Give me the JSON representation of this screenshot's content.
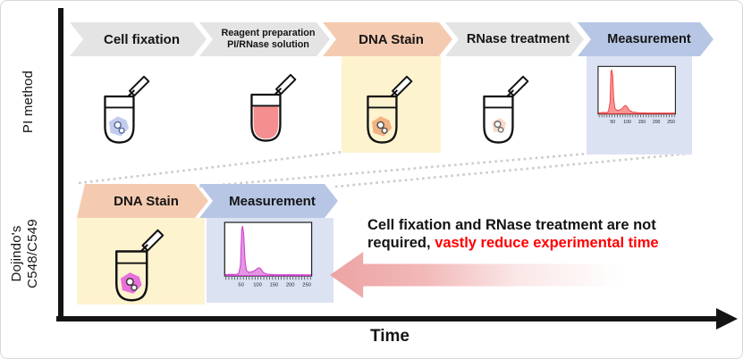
{
  "palette": {
    "chevron_gray": "#e4e4e4",
    "chevron_salmon": "#f4cbb1",
    "chevron_blue": "#b7c6e5",
    "highlight_yellow": "#fdf3cf",
    "panel_blue": "#dbe3f3",
    "hist_red": "#f23d3d",
    "hist_magenta": "#cc3fcc",
    "accent_red_text": "#fe0000",
    "gradient_arrow_pink": "#eda3a3",
    "cell_blue": "#b9c6ea",
    "liquid_pink": "#f58f8f",
    "cell_orange": "#f1a878",
    "cell_orange_faint": "#f7d6c2",
    "cell_magenta": "#e45ddd",
    "dotted_line_gray": "#cbcbcb"
  },
  "axes": {
    "row1_label": "PI method",
    "row2_label_line1": "Dojindo's",
    "row2_label_line2": "C548/C549",
    "x_label": "Time"
  },
  "pi_method": {
    "steps": [
      {
        "label": "Cell fixation"
      },
      {
        "label_line1": "Reagent preparation",
        "label_line2": "PI/RNase solution"
      },
      {
        "label": "DNA Stain"
      },
      {
        "label": "RNase treatment"
      },
      {
        "label": "Measurement"
      }
    ]
  },
  "dojindo": {
    "steps": [
      {
        "label": "DNA Stain"
      },
      {
        "label": "Measurement"
      }
    ]
  },
  "annotation": {
    "line1": "Cell fixation and RNase treatment are not",
    "line2_black": "required, ",
    "line2_red": "vastly reduce experimental time"
  },
  "chart_data": [
    {
      "type": "area",
      "title": "PI method flow-cytometry DNA content histogram (Measurement step)",
      "color": "#f23d3d",
      "xlim": [
        0,
        265
      ],
      "x_ticks": [
        50,
        100,
        150,
        200,
        250
      ],
      "x_tick_labels": [
        "50",
        "100",
        "150",
        "200",
        "250"
      ],
      "x": [
        0,
        25,
        38,
        43,
        46,
        50,
        55,
        62,
        75,
        88,
        95,
        105,
        120,
        160,
        250
      ],
      "y_rel": [
        0.02,
        0.02,
        0.05,
        0.75,
        1.0,
        0.55,
        0.12,
        0.09,
        0.1,
        0.17,
        0.15,
        0.06,
        0.02,
        0.01,
        0.01
      ],
      "xlabel": "",
      "ylabel": "",
      "grid": false,
      "legend": false
    },
    {
      "type": "area",
      "title": "Dojindo's C548/C549 flow-cytometry DNA content histogram (Measurement step)",
      "color": "#cc3fcc",
      "xlim": [
        0,
        265
      ],
      "x_ticks": [
        50,
        100,
        150,
        200,
        250
      ],
      "x_tick_labels": [
        "50",
        "100",
        "150",
        "200",
        "250"
      ],
      "x": [
        0,
        30,
        45,
        52,
        55,
        58,
        63,
        72,
        90,
        100,
        108,
        118,
        135,
        180,
        250
      ],
      "y_rel": [
        0.02,
        0.02,
        0.06,
        0.8,
        1.0,
        0.5,
        0.12,
        0.08,
        0.1,
        0.16,
        0.14,
        0.06,
        0.02,
        0.01,
        0.01
      ],
      "xlabel": "",
      "ylabel": "",
      "grid": false,
      "legend": false
    }
  ]
}
